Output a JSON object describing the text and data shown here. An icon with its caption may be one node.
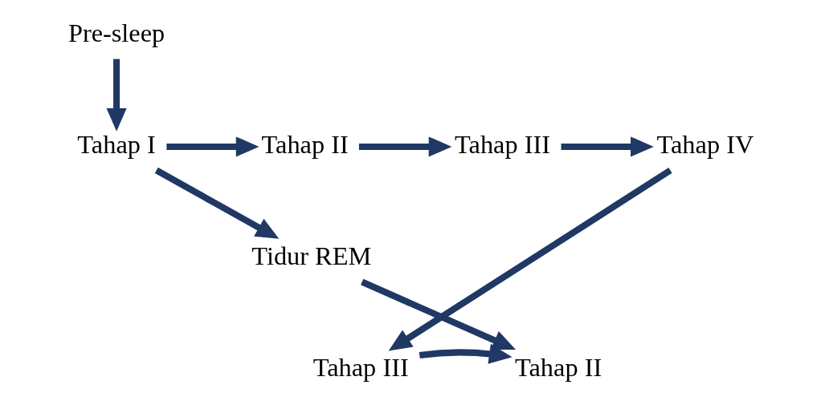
{
  "diagram": {
    "nodes": [
      {
        "text": [
          "Pre-sleep"
        ]
      },
      {
        "text": [
          "Tahap I"
        ]
      },
      {
        "text": [
          "Tahap II"
        ]
      },
      {
        "text": [
          "Tahap III"
        ]
      },
      {
        "text": [
          "Tahap IV"
        ]
      },
      {
        "text": [
          "Tidur REM"
        ]
      },
      {
        "text": [
          "Tahap II"
        ]
      },
      {
        "text": [
          "Tahap III"
        ]
      }
    ],
    "edges": [
      {
        "from": 0,
        "to": 1,
        "arrow": "to"
      },
      {
        "from": 1,
        "to": 2,
        "arrow": "to"
      },
      {
        "from": 2,
        "to": 3,
        "arrow": "to"
      },
      {
        "from": 3,
        "to": 4,
        "arrow": "to"
      },
      {
        "from": 1,
        "to": 5,
        "arrow": "to"
      },
      {
        "from": 5,
        "to": 6,
        "arrow": "to"
      },
      {
        "from": 4,
        "to": 7,
        "arrow": "to"
      },
      {
        "from": 7,
        "to": 6,
        "arrow": "to"
      }
    ]
  }
}
